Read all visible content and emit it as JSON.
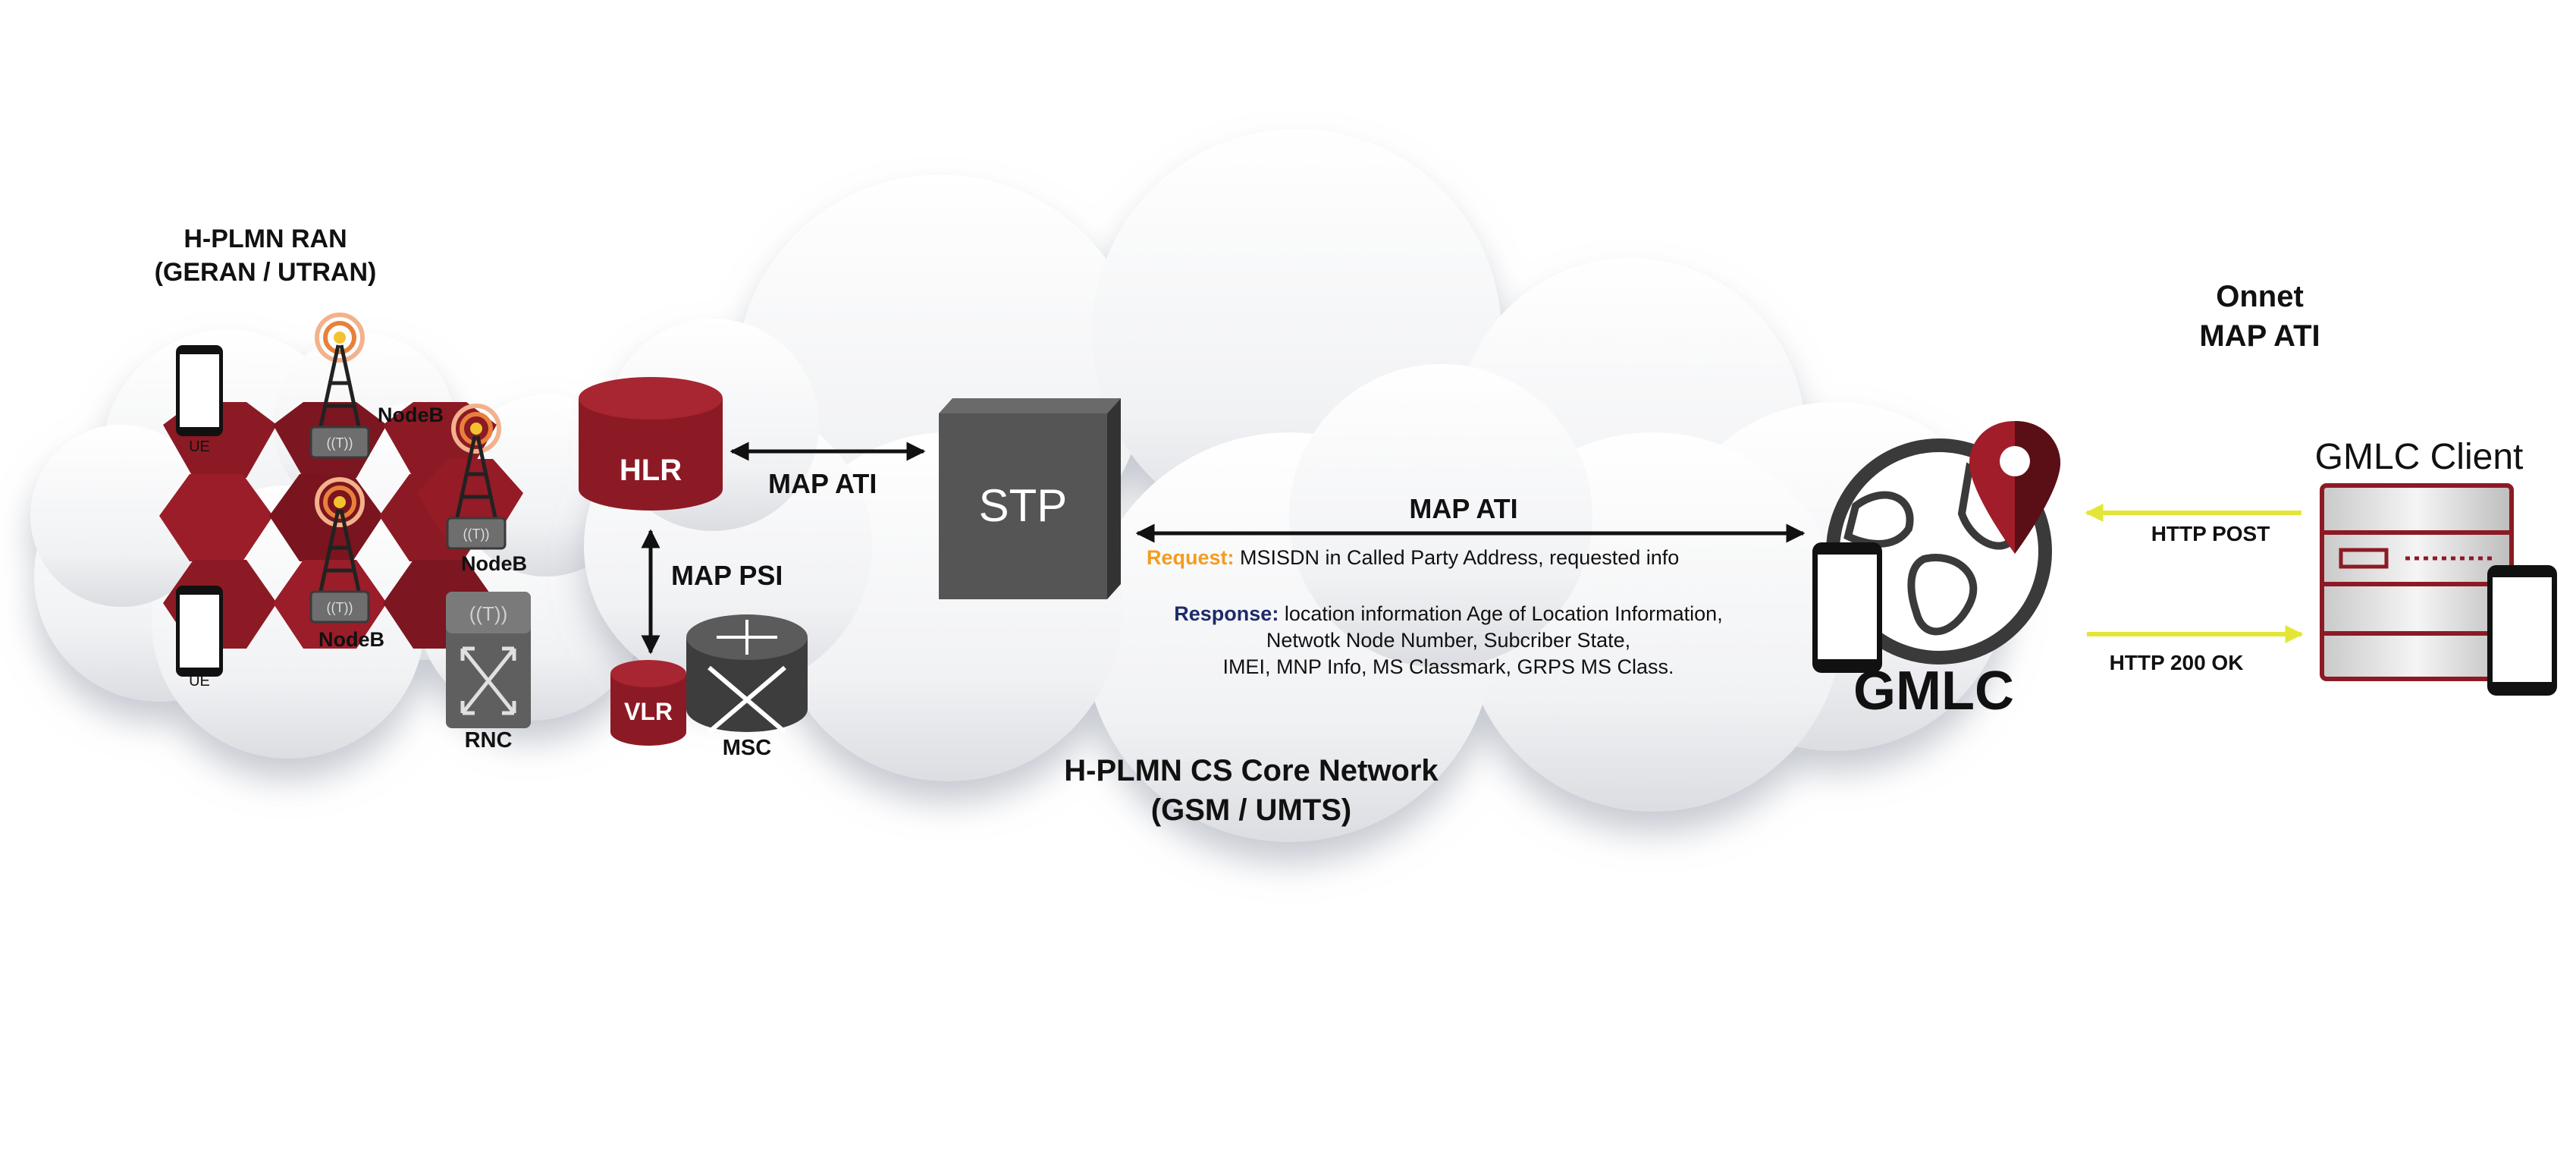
{
  "ran": {
    "title_line1": "H-PLMN RAN",
    "title_line2": "(GERAN / UTRAN)",
    "ue_label_top": "UE",
    "ue_label_bottom": "UE",
    "nodeb_top": "NodeB",
    "nodeb_right": "NodeB",
    "nodeb_bottom": "NodeB",
    "rnc_label": "RNC"
  },
  "core": {
    "hlr_label": "HLR",
    "vlr_label": "VLR",
    "msc_label": "MSC",
    "stp_label": "STP",
    "map_ati_hlr_stp": "MAP ATI",
    "map_psi": "MAP PSI",
    "map_ati_stp_gmlc": "MAP ATI",
    "request_key": "Request:",
    "request_text": "MSISDN in Called Party Address, requested info",
    "response_key": "Response:",
    "response_line1": "location information Age of Location Information,",
    "response_line2": "Netwotk Node Number, Subcriber State,",
    "response_line3": "IMEI, MNP Info, MS Classmark, GRPS MS Class.",
    "cloud_title_line1": "H-PLMN CS Core Network",
    "cloud_title_line2": "(GSM / UMTS)"
  },
  "gmlc": {
    "label": "GMLC"
  },
  "client": {
    "title_line1": "Onnet",
    "title_line2": "MAP ATI",
    "label": "GMLC Client",
    "http_post": "HTTP POST",
    "http_ok": "HTTP 200 OK"
  },
  "colors": {
    "maroon": "#8c1a24",
    "dark_gray": "#4a4a4a",
    "request_orange": "#f39c1f",
    "response_navy": "#1d2a6b",
    "arrow_yellow": "#e3e636"
  },
  "icons": [
    "smartphone-icon",
    "antenna-tower-icon",
    "hexagon-cell-icon",
    "database-icon",
    "router-icon",
    "stp-box-icon",
    "globe-icon",
    "map-pin-icon",
    "server-icon"
  ]
}
